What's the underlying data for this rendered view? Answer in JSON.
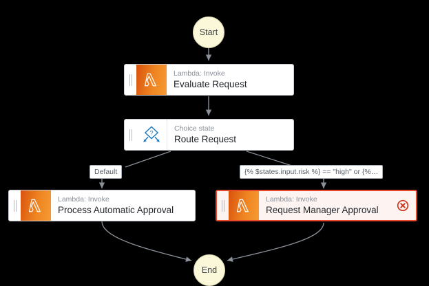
{
  "graph": {
    "background_color": "#000000",
    "edge_color": "#8a9199",
    "start": {
      "label": "Start"
    },
    "end": {
      "label": "End"
    },
    "nodes": [
      {
        "id": "evaluate-request",
        "type": "Task",
        "icon": "lambda-icon",
        "subtitle": "Lambda: Invoke",
        "title": "Evaluate Request",
        "status": "normal"
      },
      {
        "id": "route-request",
        "type": "Choice",
        "icon": "choice-diamond-icon",
        "subtitle": "Choice state",
        "title": "Route Request",
        "status": "normal"
      },
      {
        "id": "process-automatic-approval",
        "type": "Task",
        "icon": "lambda-icon",
        "subtitle": "Lambda: Invoke",
        "title": "Process Automatic Approval",
        "status": "normal"
      },
      {
        "id": "request-manager-approval",
        "type": "Task",
        "icon": "lambda-icon",
        "subtitle": "Lambda: Invoke",
        "title": "Request Manager Approval",
        "status": "error",
        "badge_icon": "error-circle-icon",
        "badge_color": "#d1321b"
      }
    ],
    "edge_labels": {
      "default_branch": "Default",
      "condition_branch": "{% $states.input.risk %} == \"high\" or {%…"
    },
    "colors": {
      "lambda_orange": "#ef8522",
      "choice_blue": "#1f7ac0",
      "error_red": "#e8472a",
      "terminal_fill": "#fbf8da"
    }
  }
}
